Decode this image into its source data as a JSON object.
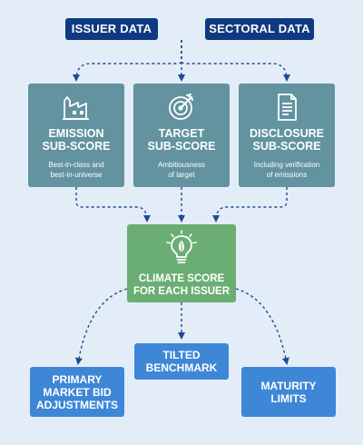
{
  "inputs": {
    "issuer_data": "ISSUER DATA",
    "sectoral_data": "SECTORAL DATA"
  },
  "subscores": [
    {
      "title_line1": "EMISSION",
      "title_line2": "SUB-SCORE",
      "desc_line1": "Best-in-class and",
      "desc_line2": "best-in-universe",
      "icon": "factory-icon"
    },
    {
      "title_line1": "TARGET",
      "title_line2": "SUB-SCORE",
      "desc_line1": "Ambitiousness",
      "desc_line2": "of target",
      "icon": "target-icon"
    },
    {
      "title_line1": "DISCLOSURE",
      "title_line2": "SUB-SCORE",
      "desc_line1": "Including verification",
      "desc_line2": "of emissions",
      "icon": "document-icon"
    }
  ],
  "climate_score": {
    "line1": "CLIMATE SCORE",
    "line2": "FOR EACH ISSUER",
    "icon": "lightbulb-leaf-icon"
  },
  "outputs": {
    "primary": {
      "line1": "PRIMARY",
      "line2": "MARKET BID",
      "line3": "ADJUSTMENTS"
    },
    "tilted": {
      "line1": "TILTED",
      "line2": "BENCHMARK"
    },
    "maturity": {
      "line1": "MATURITY",
      "line2": "LIMITS"
    }
  },
  "colors": {
    "background": "#e3edf8",
    "input_box": "#0f3a80",
    "subscore_box": "#62939f",
    "climate_box": "#6bae73",
    "output_box": "#3d87d6",
    "connector": "#1e4b94"
  }
}
